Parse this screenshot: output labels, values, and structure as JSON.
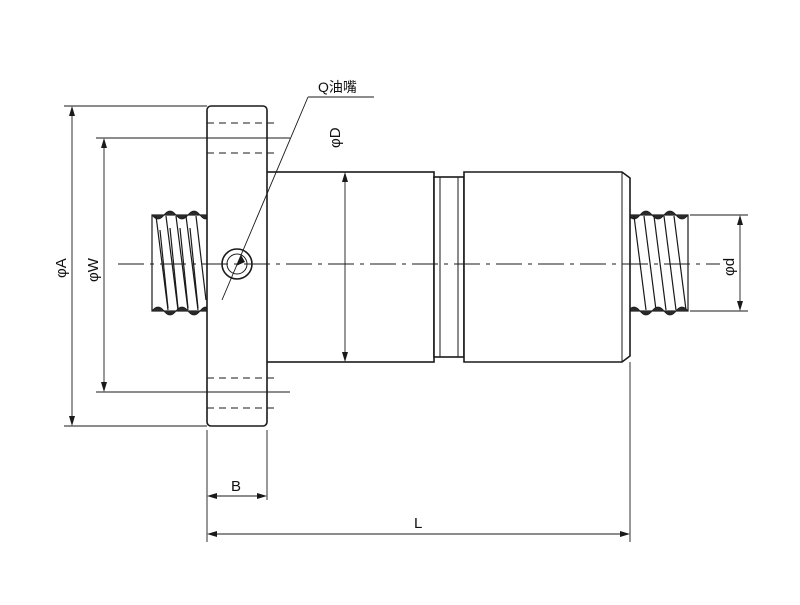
{
  "drawing": {
    "labels": {
      "oil_nipple": "Q油嘴",
      "dia_A": "φA",
      "dia_W": "φW",
      "dia_D": "φD",
      "dia_d": "φd",
      "flange_width": "B",
      "length": "L"
    }
  }
}
